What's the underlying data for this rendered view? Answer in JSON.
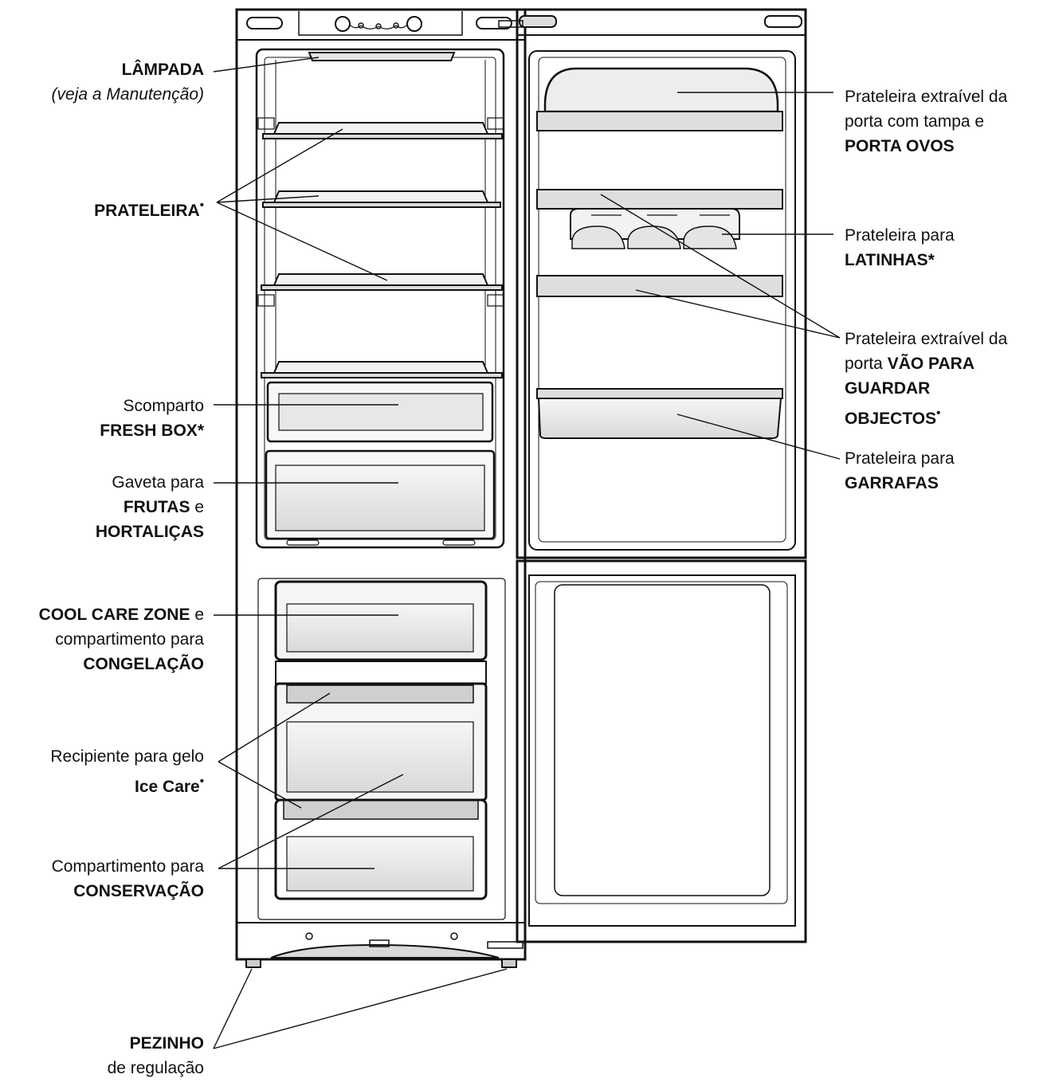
{
  "labels": {
    "lampada": {
      "title": "LÂMPADA",
      "note": "(veja a Manutenção)"
    },
    "prateleira": {
      "title": "PRATELEIRA",
      "mark": "•"
    },
    "fresh_box": {
      "line1": "Scomparto",
      "line2": "FRESH BOX",
      "mark": "*"
    },
    "gaveta": {
      "line1": "Gaveta para",
      "line2a": "FRUTAS",
      "line2b": "e",
      "line3": "HORTALIÇAS"
    },
    "cool_care": {
      "line1a": "COOL CARE ZONE",
      "line1b": "e",
      "line2": "compartimento para",
      "line3": "CONGELAÇÃO"
    },
    "ice_care": {
      "line1": "Recipiente para gelo",
      "line2": "Ice Care",
      "mark": "•"
    },
    "conservacao": {
      "line1": "Compartimento para",
      "line2": "CONSERVAÇÃO"
    },
    "pezinho": {
      "line1": "PEZINHO",
      "line2": "de regulação"
    },
    "porta_ovos": {
      "line1": "Prateleira extraível da",
      "line2": "porta com tampa  e",
      "line3": "PORTA OVOS"
    },
    "latinhas": {
      "line1": "Prateleira para",
      "line2": "LATINHAS",
      "mark": "*"
    },
    "vao": {
      "line1": "Prateleira extraível da",
      "line2a": "porta",
      "line2b": "VÃO PARA",
      "line3": "GUARDAR",
      "line4": "OBJECTOS",
      "mark": "•"
    },
    "garrafas": {
      "line1": "Prateleira para",
      "line2": "GARRAFAS"
    }
  },
  "colors": {
    "line": "#111111",
    "fill": "#ededed",
    "fill_dark": "#cfcfcf",
    "background": "#ffffff"
  }
}
